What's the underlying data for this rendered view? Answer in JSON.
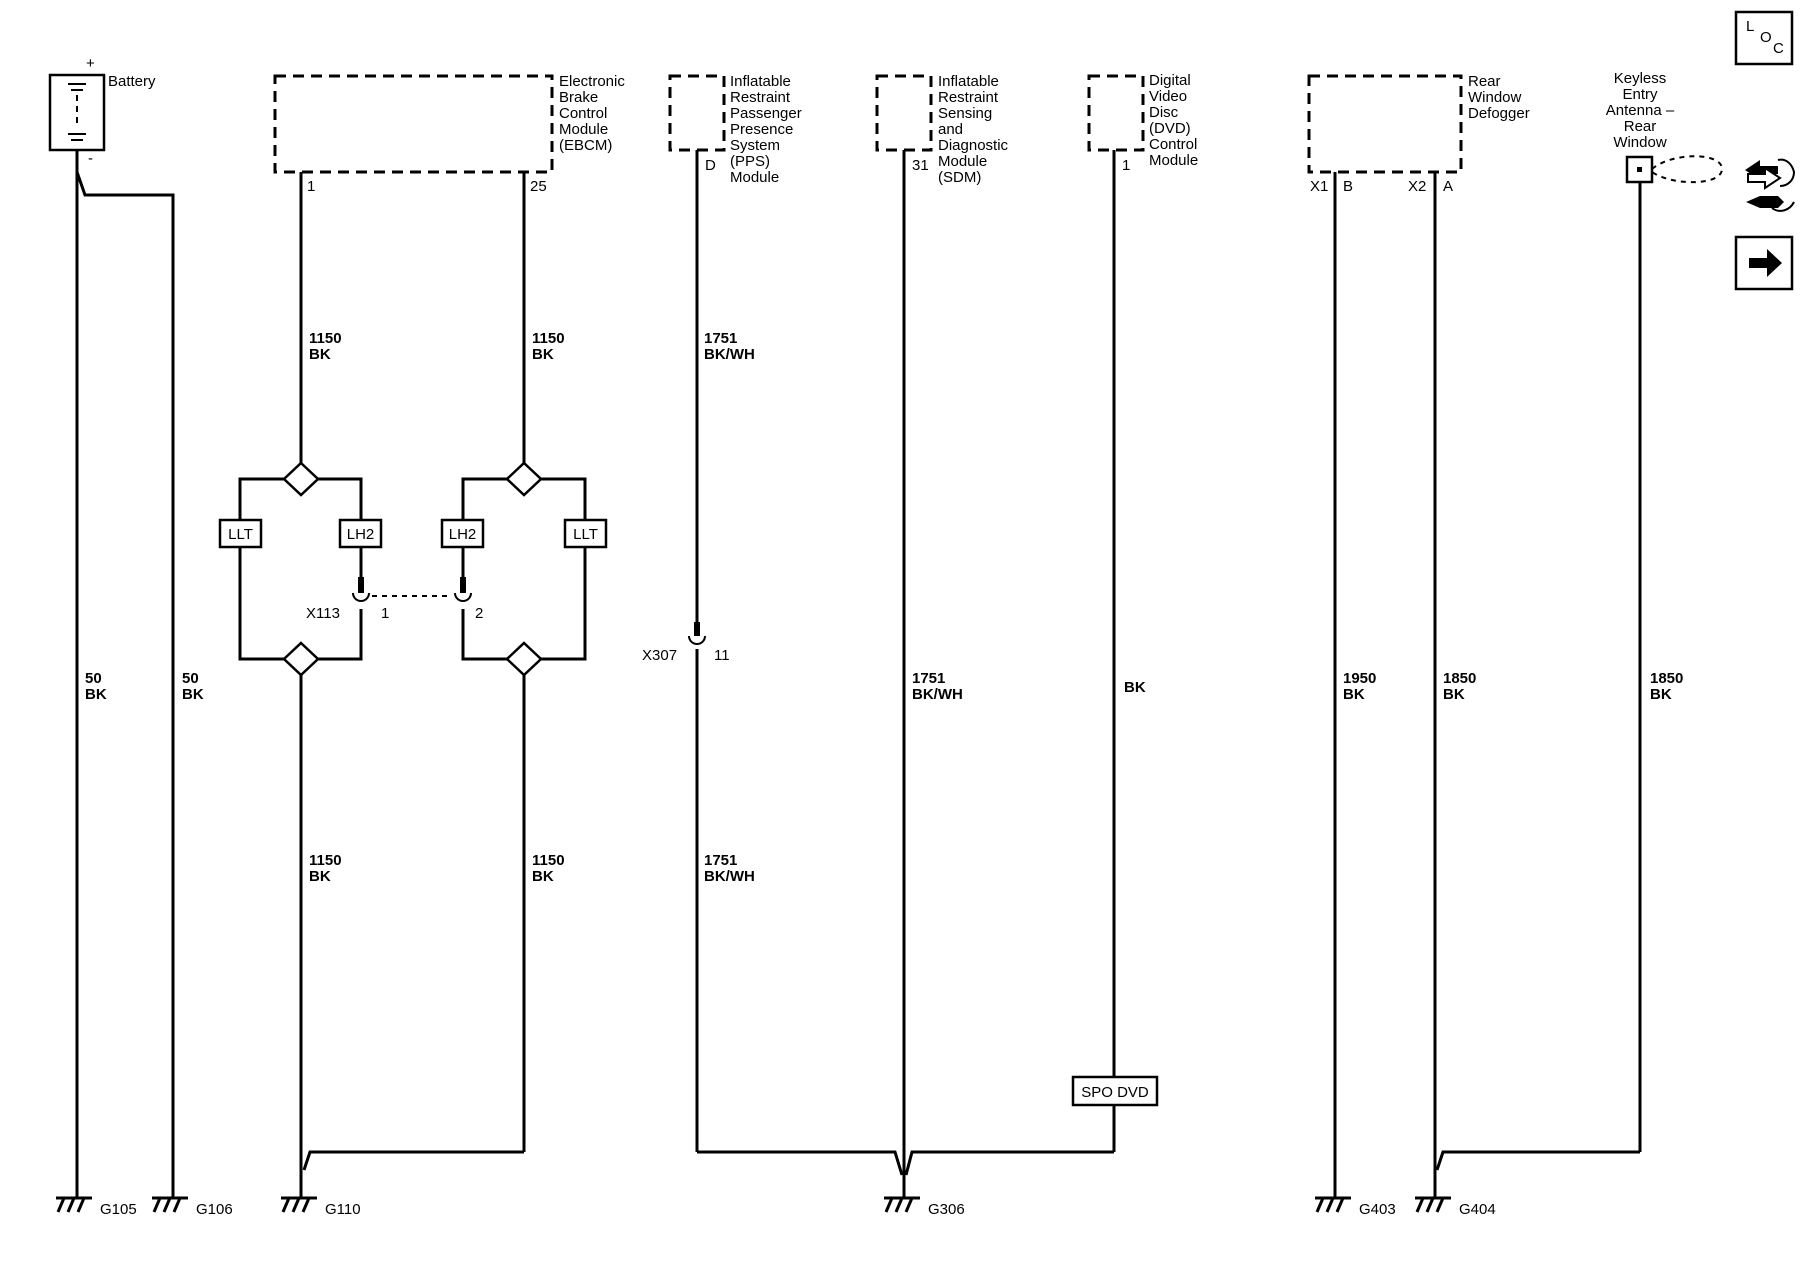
{
  "battery": {
    "label": "Battery",
    "plus": "+",
    "minus": "-"
  },
  "ebcm": {
    "lines": [
      "Electronic",
      "Brake",
      "Control",
      "Module",
      "(EBCM)"
    ],
    "pin_left": "1",
    "pin_right": "25"
  },
  "pps": {
    "lines": [
      "Inflatable",
      "Restraint",
      "Passenger",
      "Presence",
      "System",
      "(PPS)",
      "Module"
    ],
    "pin": "D"
  },
  "sdm": {
    "lines": [
      "Inflatable",
      "Restraint",
      "Sensing",
      "and",
      "Diagnostic",
      "Module",
      "(SDM)"
    ],
    "pin": "31"
  },
  "dvd": {
    "lines": [
      "Digital",
      "Video",
      "Disc",
      "(DVD)",
      "Control",
      "Module"
    ],
    "pin": "1"
  },
  "defogger": {
    "lines": [
      "Rear",
      "Window",
      "Defogger"
    ],
    "conn1": "X1",
    "pin1": "B",
    "conn2": "X2",
    "pin2": "A"
  },
  "keyless": {
    "lines": [
      "Keyless",
      "Entry",
      "Antenna –",
      "Rear",
      "Window"
    ]
  },
  "wires": {
    "batt_a": {
      "circuit": "50",
      "color": "BK"
    },
    "batt_b": {
      "circuit": "50",
      "color": "BK"
    },
    "ebcm1_top": {
      "circuit": "1150",
      "color": "BK"
    },
    "ebcm25_top": {
      "circuit": "1150",
      "color": "BK"
    },
    "ebcm1_bot": {
      "circuit": "1150",
      "color": "BK"
    },
    "ebcm25_bot": {
      "circuit": "1150",
      "color": "BK"
    },
    "pps_top": {
      "circuit": "1751",
      "color": "BK/WH"
    },
    "pps_bot": {
      "circuit": "1751",
      "color": "BK/WH"
    },
    "sdm": {
      "circuit": "1751",
      "color": "BK/WH"
    },
    "dvd": {
      "circuit": "",
      "color": "BK"
    },
    "defog_b": {
      "circuit": "1950",
      "color": "BK"
    },
    "defog_a": {
      "circuit": "1850",
      "color": "BK"
    },
    "keyless": {
      "circuit": "1850",
      "color": "BK"
    }
  },
  "splice_labels": {
    "llt": "LLT",
    "lh2": "LH2"
  },
  "connectors": {
    "x113": {
      "name": "X113",
      "pin1": "1",
      "pin2": "2"
    },
    "x307": {
      "name": "X307",
      "pin": "11"
    }
  },
  "option_label": "SPO DVD",
  "grounds": [
    "G105",
    "G106",
    "G110",
    "G306",
    "G403",
    "G404"
  ],
  "nav": {
    "loc_l": "L",
    "loc_o": "O",
    "loc_c": "C"
  }
}
